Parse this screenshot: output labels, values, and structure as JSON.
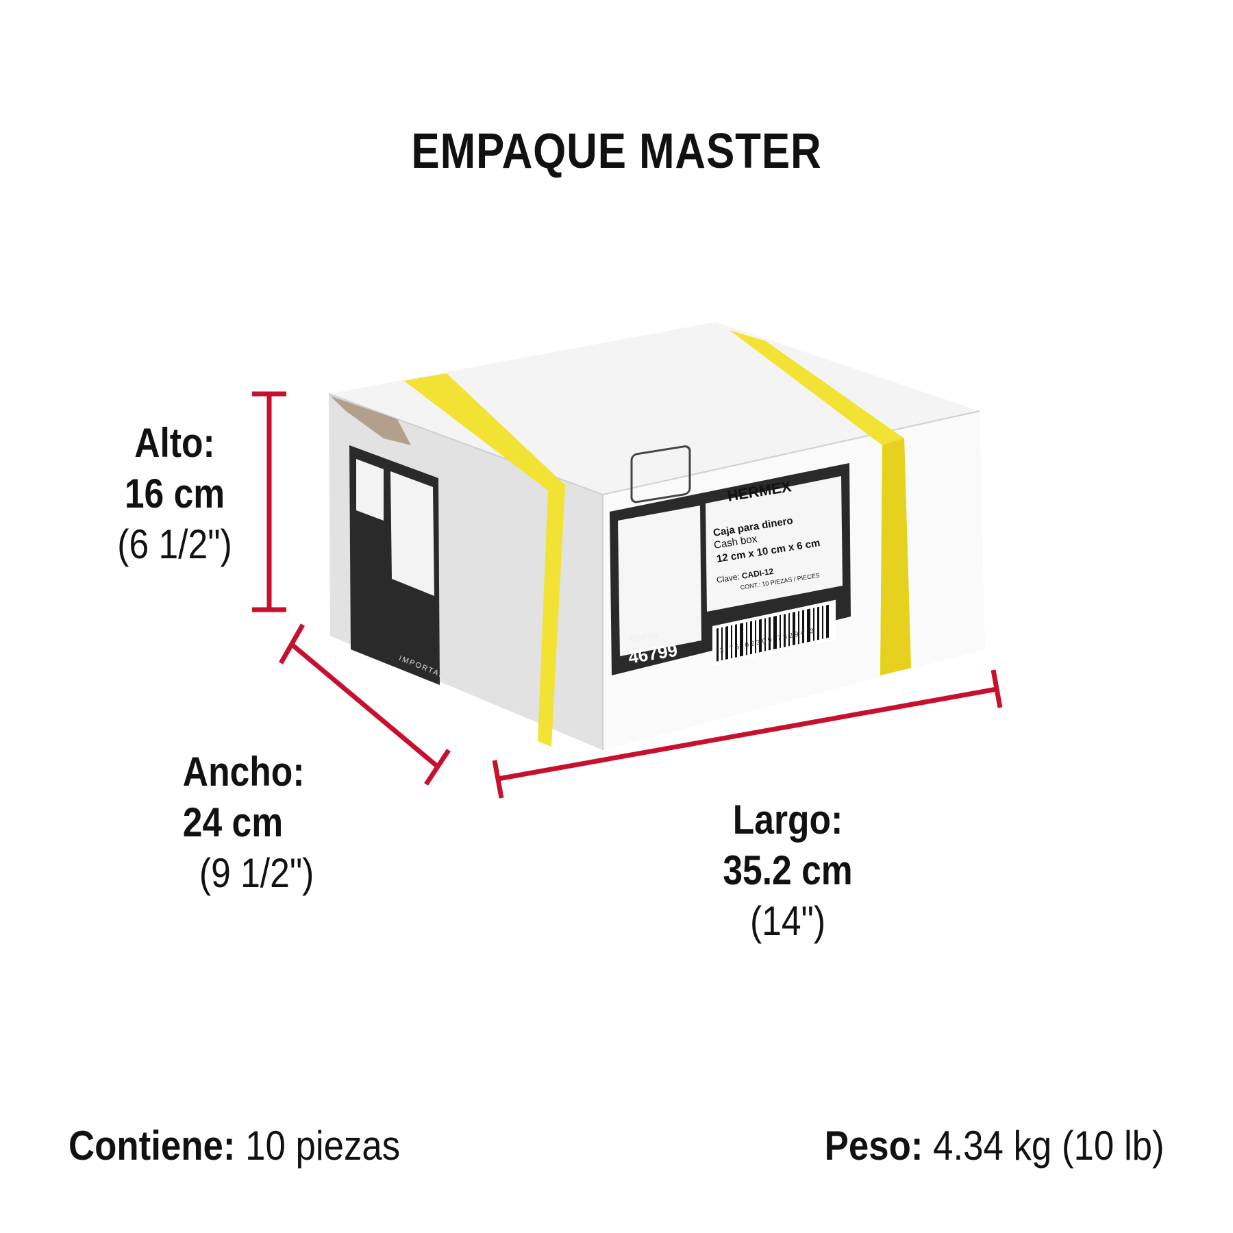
{
  "title": "EMPAQUE MASTER",
  "dimensions": {
    "alto": {
      "label": "Alto:",
      "metric": "16 cm",
      "imperial": "(6 1/2\")"
    },
    "ancho": {
      "label": "Ancho:",
      "metric": "24 cm",
      "imperial": "(9 1/2\")"
    },
    "largo": {
      "label": "Largo:",
      "metric": "35.2 cm",
      "imperial": "(14\")"
    }
  },
  "footer": {
    "contiene_label": "Contiene:",
    "contiene_value": "10 piezas",
    "peso_label": "Peso:",
    "peso_value": "4.34 kg (10 lb)"
  },
  "box_label": {
    "brand": "HERMEX",
    "product_es": "Caja para dinero",
    "product_en": "Cash box",
    "size": "12 cm x 10 cm x 6 cm",
    "clave_label": "Clave:",
    "clave": "CADI-12",
    "cont": "CONT.: 10 PIEZAS / PIECES",
    "codigo_label": "Código",
    "codigo": "46799",
    "barcode_digits": "2 75 02309 73294 3",
    "side_text": "IMPORTANTE"
  },
  "colors": {
    "measure": "#c8102e",
    "strap": "#f2e233",
    "label_dark": "#2a2a2a"
  }
}
